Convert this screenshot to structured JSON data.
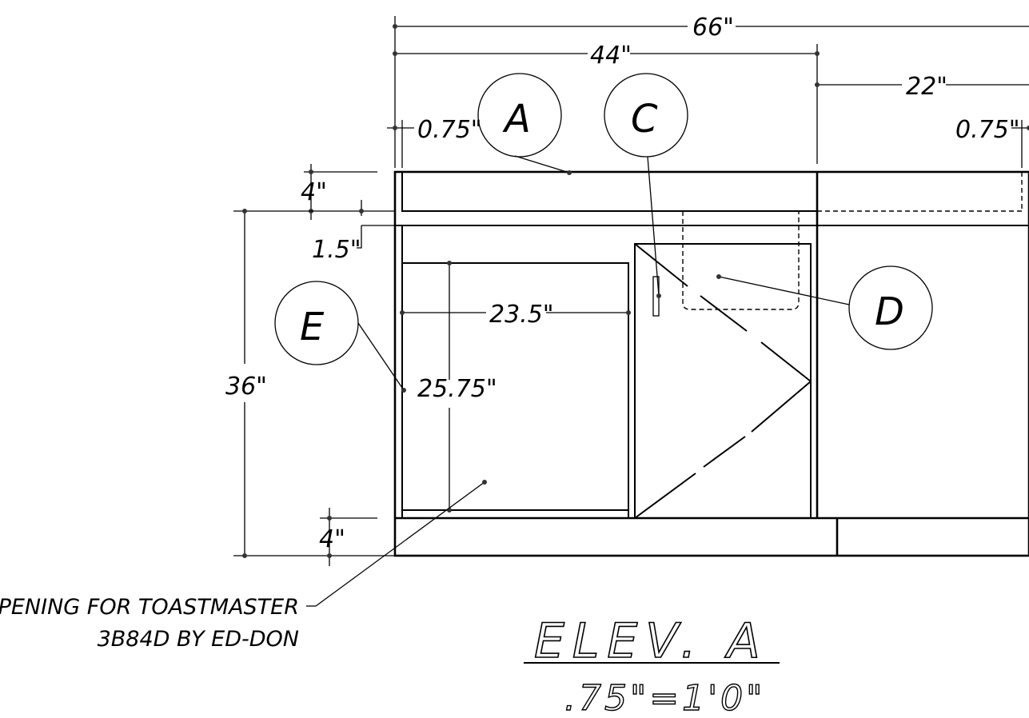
{
  "dimensions": {
    "overall_width": "66\"",
    "left_section_width": "44\"",
    "right_section_width": "22\"",
    "left_side_panel": "0.75\"",
    "right_side_panel": "0.75\"",
    "top_rail": "4\"",
    "counter_lip": "1.5\"",
    "total_height": "36\"",
    "toe_kick": "4\"",
    "opening_width": "23.5\"",
    "opening_height": "25.75\""
  },
  "callouts": {
    "a": "A",
    "c": "C",
    "d": "D",
    "e": "E"
  },
  "notes": {
    "opening_line1": "OPENING FOR TOASTMASTER",
    "opening_line2": "3B84D BY ED-DON"
  },
  "title": {
    "name": "ELEV. A",
    "scale": ".75\"=1'0\""
  }
}
